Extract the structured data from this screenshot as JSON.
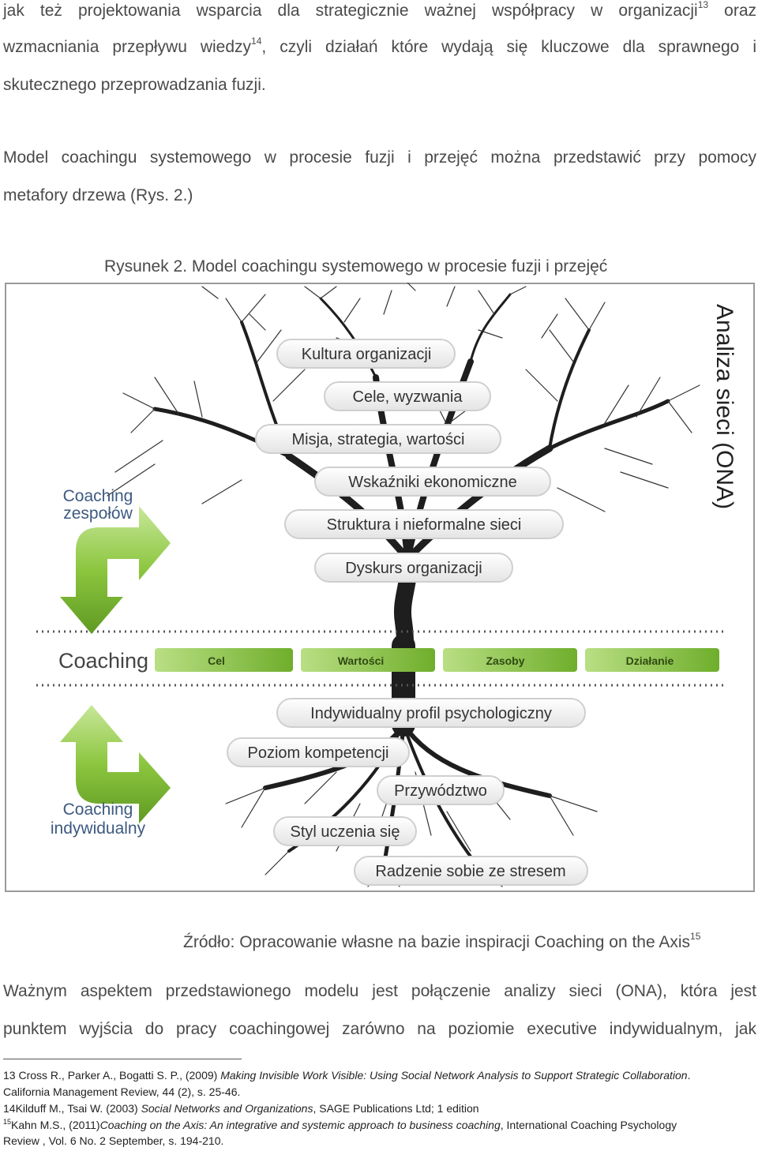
{
  "body": {
    "p1_l1_a": "jak też projektowania wsparcia dla strategicznie ważnej współpracy w organizacji",
    "p1_l1_sup": "13",
    "p1_l1_b": " oraz",
    "p1_l2_a": "wzmacniania przepływu wiedzy",
    "p1_l2_sup": "14",
    "p1_l2_b": ", czyli działań które wydają się kluczowe dla sprawnego i",
    "p1_l3": "skutecznego przeprowadzania fuzji.",
    "p2_l1": "Model coachingu systemowego w procesie fuzji i przejęć można przedstawić przy pomocy",
    "p2_l2": "metafory drzewa (Rys. 2.)",
    "p3_l1": "Ważnym aspektem przedstawionego modelu jest połączenie analizy sieci (ONA), która jest",
    "p3_l2": "punktem wyjścia do pracy coachingowej zarówno na poziomie executive indywidualnym, jak"
  },
  "figure": {
    "caption": "Rysunek 2. Model coachingu systemowego w procesie fuzji i przejęć",
    "upper_labels": [
      "Kultura organizacji",
      "Cele, wyzwania",
      "Misja, strategia, wartości",
      "Wskaźniki ekonomiczne",
      "Struktura i nieformalne sieci",
      "Dyskurs organizacji"
    ],
    "lower_labels": [
      "Indywidualny profil psychologiczny",
      "Poziom kompetencji",
      "Przywództwo",
      "Styl uczenia się",
      "Radzenie sobie ze stresem"
    ],
    "coaching_label": "Coaching",
    "steps": [
      "Cel",
      "Wartości",
      "Zasoby",
      "Działanie"
    ],
    "team_coaching_l1": "Coaching",
    "team_coaching_l2": "zespołów",
    "indiv_coaching_l1": "Coaching",
    "indiv_coaching_l2": "indywidualny",
    "side_label": "Analiza sieci (ONA)",
    "colors": {
      "green": "#8cc63f",
      "trunk": "#222222",
      "label_border": "#cfcfcf"
    },
    "source_a": "Źródło: Opracowanie własne na bazie inspiracji Coaching on the Axis",
    "source_sup": "15"
  },
  "footnotes": {
    "f13_a": "13 Cross R., Parker A., Bogatti S. P., (2009) ",
    "f13_i": "Making Invisible Work Visible: Using Social Network Analysis to Support Strategic Collaboration",
    "f13_b": ".",
    "f13_l2": "California Management Review, 44 (2), s. 25-46.",
    "f14_a": "14Kilduff M., Tsai W. (2003) ",
    "f14_i": "Social Networks and Organizations",
    "f14_b": ", SAGE Publications Ltd; 1 edition",
    "f15_sup": "15",
    "f15_a": "Kahn M.S., (2011)",
    "f15_i": "Coaching on the Axis: An integrative and systemic approach to business coaching",
    "f15_b": ", International Coaching Psychology",
    "f15_l2": "Review , Vol. 6 No. 2 September, s. 194-210."
  }
}
